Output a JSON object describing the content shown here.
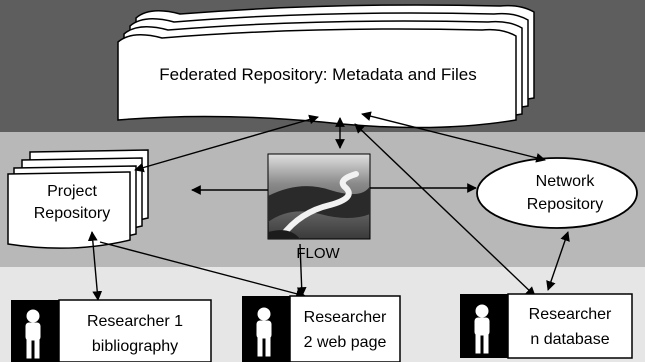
{
  "federated": {
    "label": "Federated Repository:  Metadata and Files"
  },
  "project": {
    "line1": "Project",
    "line2": "Repository"
  },
  "network": {
    "line1": "Network",
    "line2": "Repository"
  },
  "flow": {
    "label": "FLOW"
  },
  "researchers": [
    {
      "line1": "Researcher 1",
      "line2": "bibliography"
    },
    {
      "line1": "Researcher",
      "line2": "2 web page"
    },
    {
      "line1": "Researcher",
      "line2": "n database"
    }
  ]
}
